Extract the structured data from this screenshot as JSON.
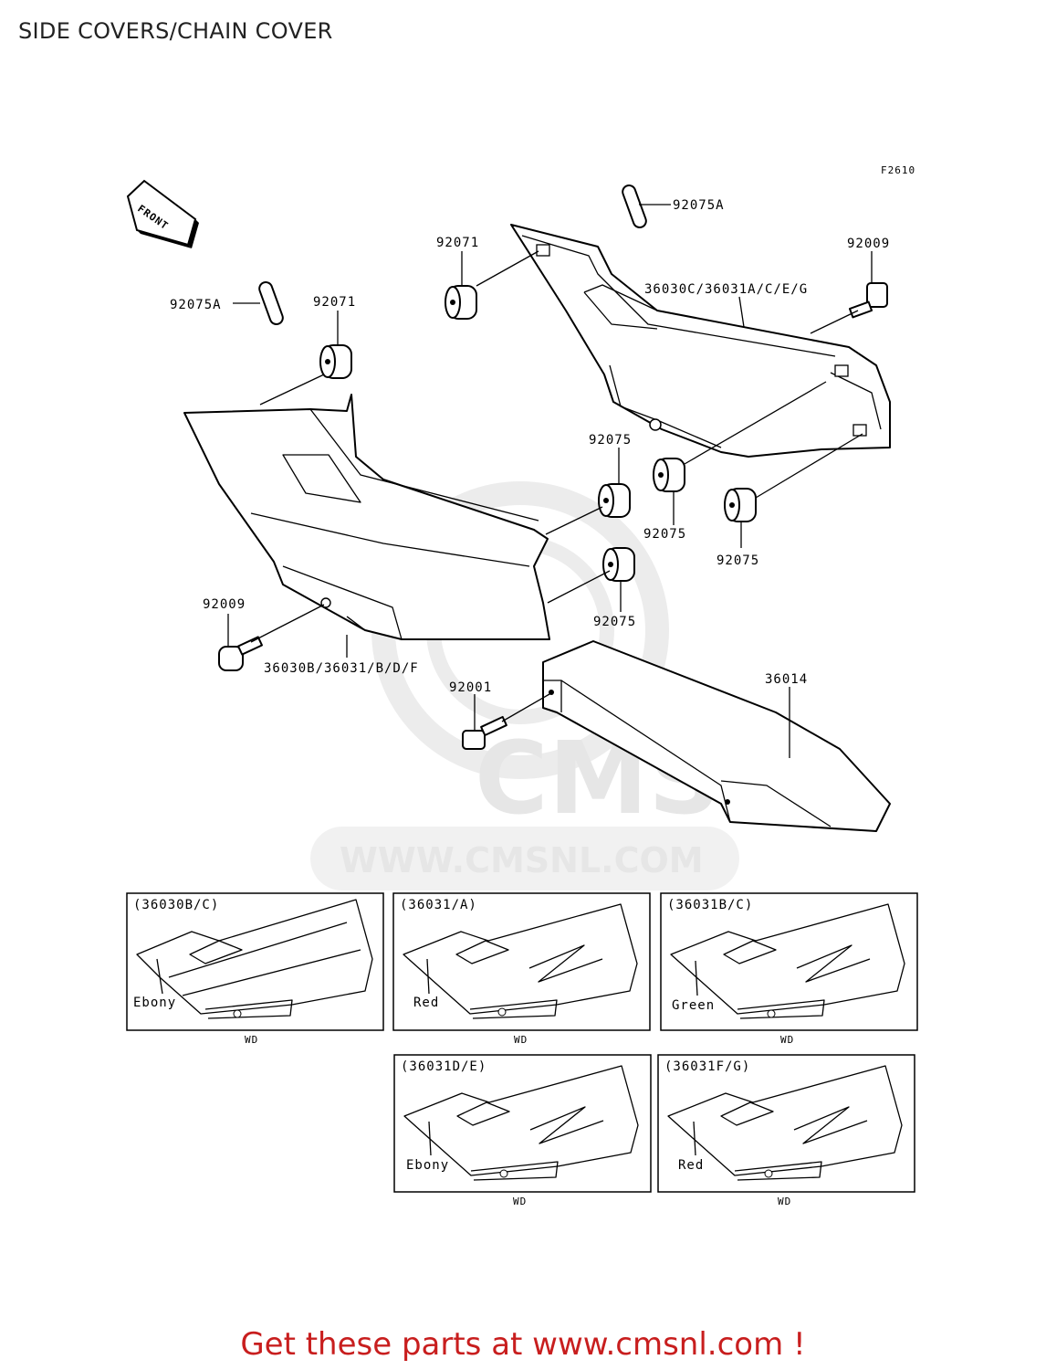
{
  "header": {
    "title": "SIDE COVERS/CHAIN COVER"
  },
  "figure_code": "F2610",
  "front_arrow": "FRONT",
  "watermark": {
    "logo": "CMS",
    "url": "WWW.CMSNL.COM"
  },
  "callouts": {
    "c1": "92075A",
    "c2": "92071",
    "c3": "92009",
    "c4": "36030C/36031A/C/E/G",
    "c5": "92075A",
    "c6": "92071",
    "c7": "92075",
    "c8": "92075",
    "c9": "92075",
    "c10": "92009",
    "c11": "92075",
    "c12": "36030B/36031/B/D/F",
    "c13": "92001",
    "c14": "36014"
  },
  "variants": [
    {
      "code": "(36030B/C)",
      "color": "Ebony",
      "note": "WD"
    },
    {
      "code": "(36031/A)",
      "color": "Red",
      "note": "WD"
    },
    {
      "code": "(36031B/C)",
      "color": "Green",
      "note": "WD"
    },
    {
      "code": "(36031D/E)",
      "color": "Ebony",
      "note": "WD"
    },
    {
      "code": "(36031F/G)",
      "color": "Red",
      "note": "WD"
    }
  ],
  "footer": {
    "text": "Get these parts at www.cmsnl.com !"
  }
}
